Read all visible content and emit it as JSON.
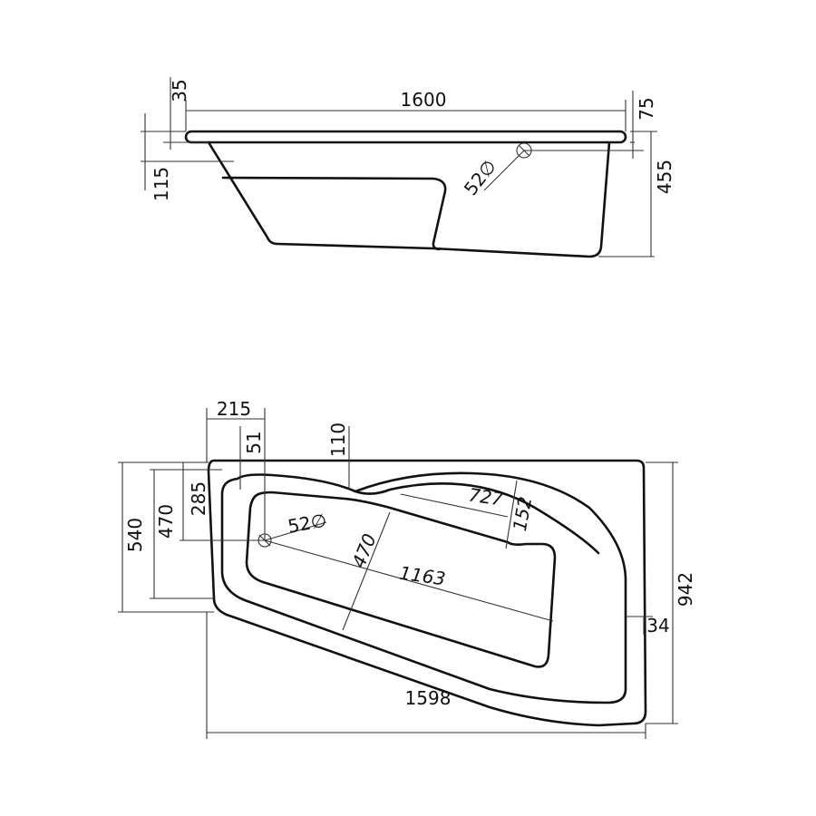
{
  "side_view": {
    "length": "1600",
    "rim_offset": "35",
    "rim_height": "75",
    "total_height": "455",
    "seat_depth": "115",
    "overflow_diameter": "52∅"
  },
  "plan_view": {
    "drain_offset_x": "215",
    "drain_offset_y": "51",
    "armrest_depth": "110",
    "left_width": "540",
    "inner_left_width": "470",
    "drain_position": "285",
    "drain_diameter": "52∅",
    "inner_width": "470",
    "inner_length": "1163",
    "shelf_length": "727",
    "shelf_width": "152",
    "right_offset": "34",
    "total_width": "942",
    "total_length": "1598"
  }
}
